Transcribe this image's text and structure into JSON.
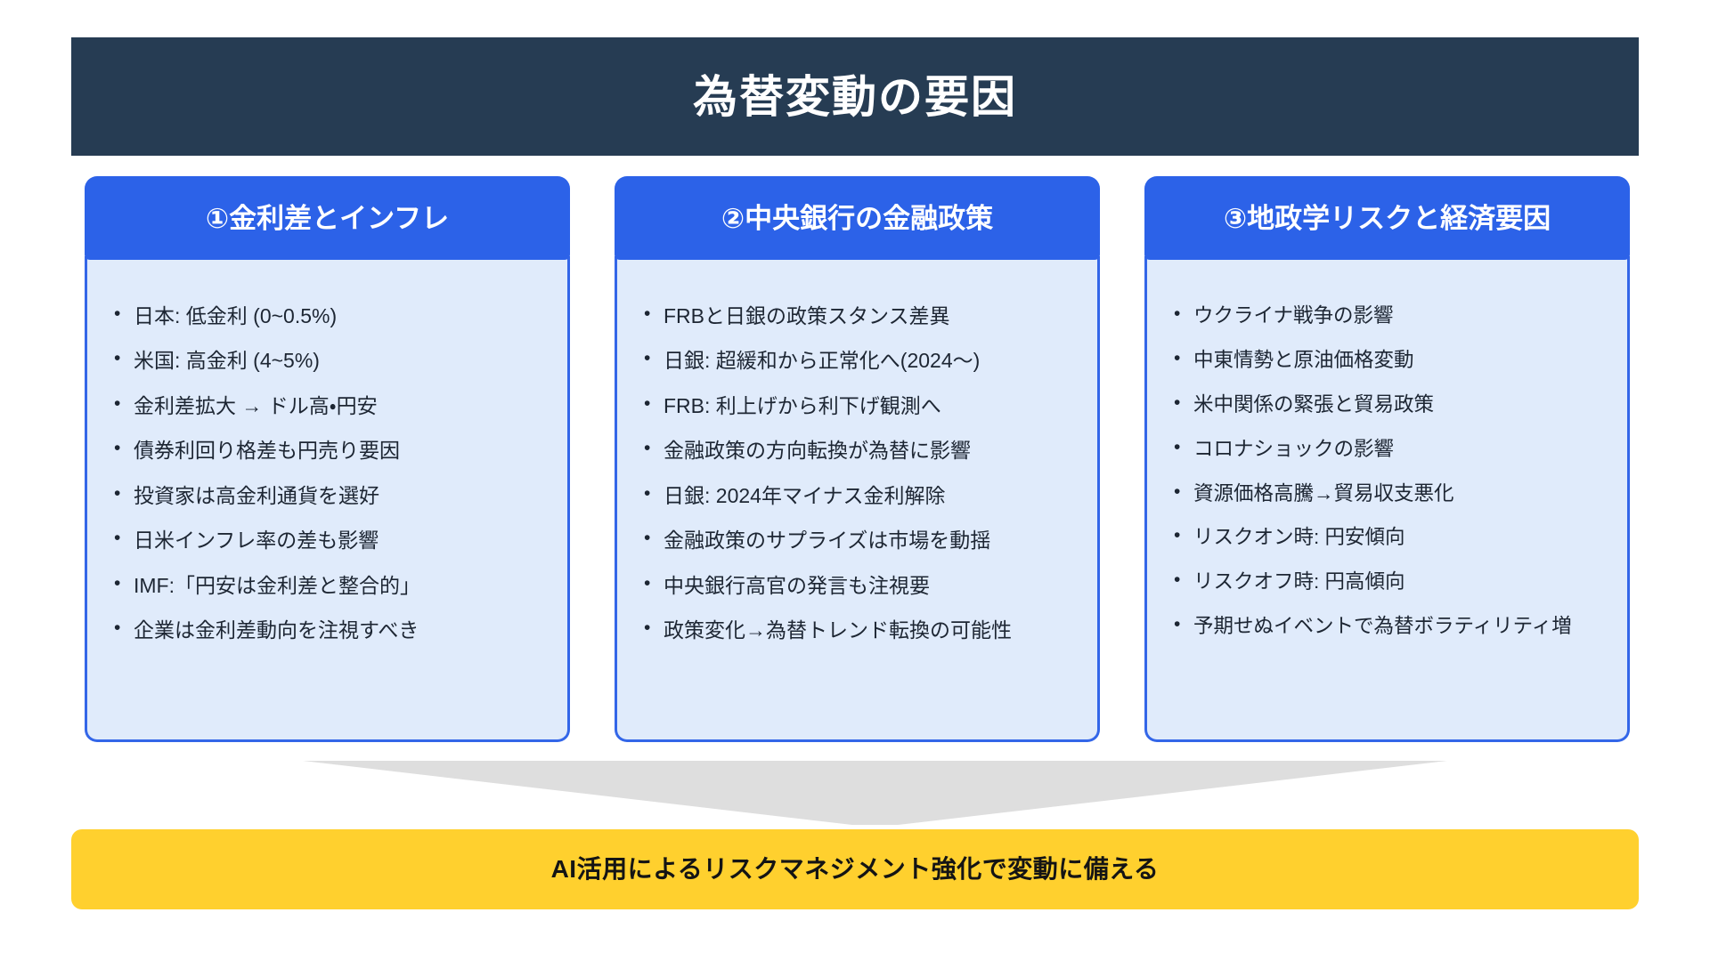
{
  "header": {
    "title": "為替変動の要因",
    "background_color": "#263c53",
    "text_color": "#ffffff"
  },
  "colors": {
    "card_header_blue": "#2c62e8",
    "card_body_blue": "#e0ebfb",
    "card_border_blue": "#3366e8",
    "arrow_gray": "#dedede",
    "banner_yellow": "#ffd02e",
    "body_text": "#1d2633"
  },
  "cards": [
    {
      "title": "①金利差とインフレ",
      "bullets": [
        "日本: 低金利 (0~0.5%)",
        "米国: 高金利 (4~5%)",
        "金利差拡大 → ドル高・円安",
        "債券利回り格差も円売り要因",
        "投資家は高金利通貨を選好",
        "日米インフレ率の差も影響",
        "IMF:「円安は金利差と整合的」",
        "企業は金利差動向を注視すべき"
      ]
    },
    {
      "title": "②中央銀行の金融政策",
      "bullets": [
        "FRBと日銀の政策スタンス差異",
        "日銀: 超緩和から正常化へ(2024〜)",
        "FRB: 利上げから利下げ観測へ",
        "金融政策の方向転換が為替に影響",
        "日銀: 2024年マイナス金利解除",
        "金融政策のサプライズは市場を動揺",
        "中央銀行高官の発言も注視要",
        "政策変化→為替トレンド転換の可能性"
      ]
    },
    {
      "title": "③地政学リスクと経済要因",
      "bullets": [
        "ウクライナ戦争の影響",
        "中東情勢と原油価格変動",
        "米中関係の緊張と貿易政策",
        "コロナショックの影響",
        "資源価格高騰→貿易収支悪化",
        "リスクオン時: 円安傾向",
        "リスクオフ時: 円高傾向",
        "予期せぬイベントで為替ボラティリティ増"
      ]
    }
  ],
  "arrow": {
    "icon": "down-arrow-icon",
    "direction": "down"
  },
  "banner": {
    "text": "AI活用によるリスクマネジメント強化で変動に備える"
  }
}
